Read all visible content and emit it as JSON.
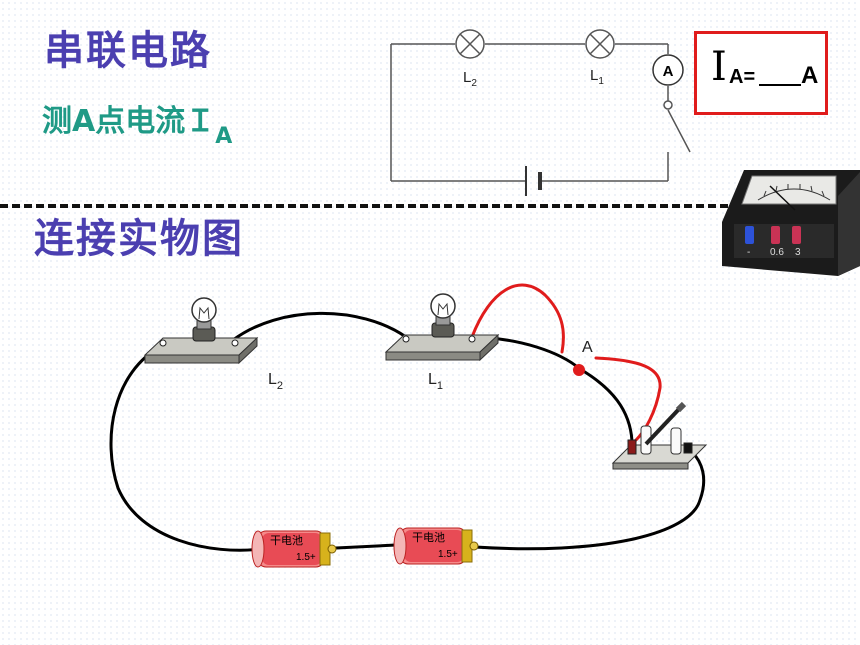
{
  "title": "串联电路",
  "subtitle": {
    "text": "测A点电流Ｉ",
    "sub": "A"
  },
  "section_title": "连接实物图",
  "answer": {
    "symbol": "I",
    "label": "A=",
    "unit": "A"
  },
  "schematic": {
    "lamp1_label": "L",
    "lamp1_sub": "1",
    "lamp2_label": "L",
    "lamp2_sub": "2",
    "ammeter_symbol": "A"
  },
  "meter": {
    "terminals": [
      "-",
      "0.6",
      "3"
    ]
  },
  "wiring": {
    "lamp1_label": "L",
    "lamp1_sub": "1",
    "lamp2_label": "L",
    "lamp2_sub": "2",
    "point_label": "A",
    "battery_text": "1.5+",
    "battery_brand": "干电池"
  },
  "colors": {
    "title": "#4b3fb0",
    "subtitle": "#1f9a86",
    "highlight": "#e01c1c",
    "wire": "#000000"
  }
}
